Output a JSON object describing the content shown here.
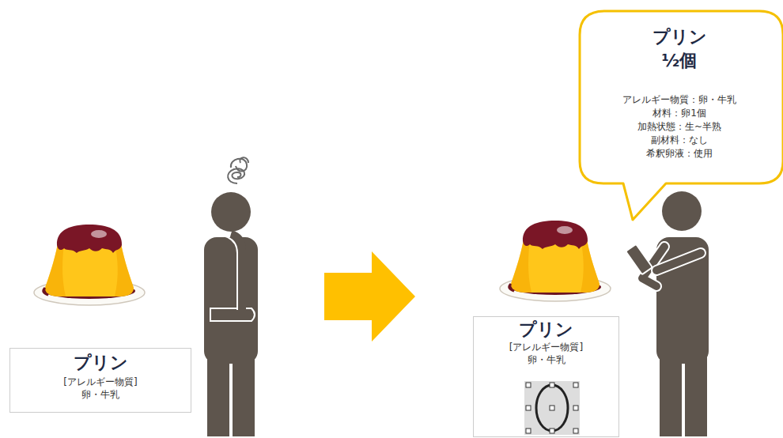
{
  "diagram": {
    "nodes": [
      {
        "text": [
          "プリン",
          "[アレルギー物質]",
          "卵・牛乳"
        ]
      },
      {
        "text": [
          "プリン",
          "[アレルギー物質]",
          "卵・牛乳"
        ]
      },
      {
        "text": [
          "プリン ½個",
          "アレルギー物質：卵・牛乳",
          "材料：卵1個",
          "加熱状態：生~半熟",
          "副材料：なし",
          "希釈卵液：使用"
        ]
      }
    ]
  }
}
